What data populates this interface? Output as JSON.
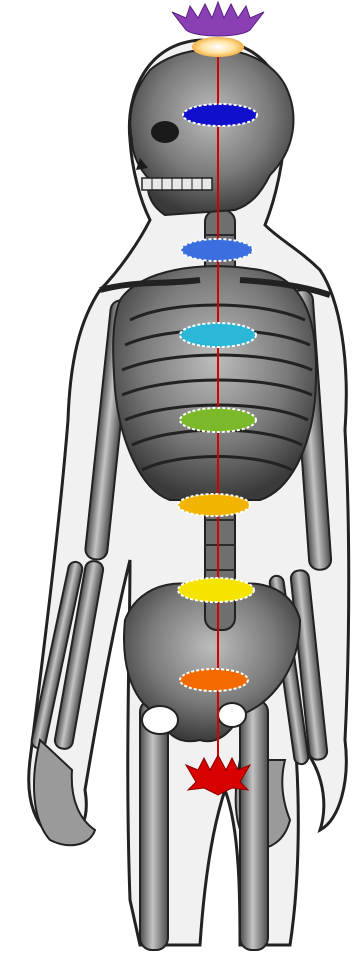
{
  "scene": {
    "background": "#ffffff",
    "subject": "skeleton-with-chakras",
    "axis_color": "#d40000",
    "chakras": [
      {
        "name": "crown",
        "color": "#8a3fb5",
        "glow": "#ffe3a0"
      },
      {
        "name": "third-eye",
        "color": "#1010cc"
      },
      {
        "name": "throat",
        "color": "#3b6fe0"
      },
      {
        "name": "upper-heart",
        "color": "#2bb7d8"
      },
      {
        "name": "heart",
        "color": "#7bb82a"
      },
      {
        "name": "solar-plexus",
        "color": "#f2b400"
      },
      {
        "name": "navel",
        "color": "#f4e400"
      },
      {
        "name": "sacral",
        "color": "#f26a00"
      },
      {
        "name": "root",
        "color": "#d80000"
      }
    ]
  }
}
